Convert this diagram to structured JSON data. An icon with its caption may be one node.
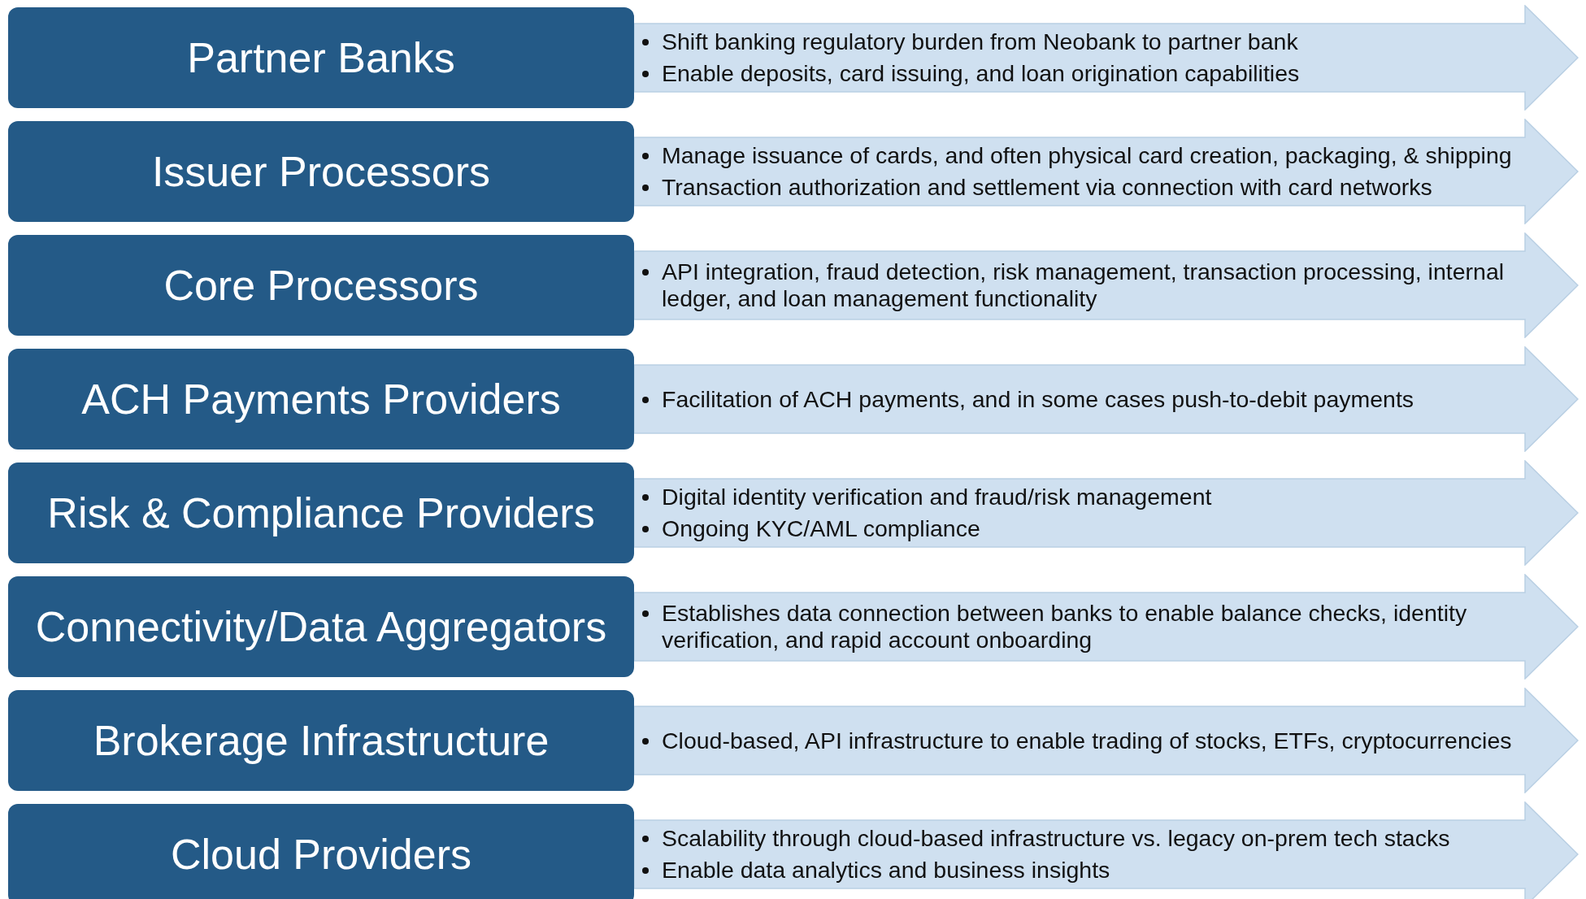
{
  "diagram": {
    "nodes": [
      {
        "text": [
          "Partner Banks"
        ]
      },
      {
        "text": [
          "Shift banking regulatory burden from Neobank to partner bank",
          "Enable deposits, card issuing, and loan origination capabilities"
        ]
      },
      {
        "text": [
          "Issuer Processors"
        ]
      },
      {
        "text": [
          "Manage issuance of cards, and often physical card creation, packaging, & shipping",
          "Transaction authorization and settlement via connection with card networks"
        ]
      },
      {
        "text": [
          "Core Processors"
        ]
      },
      {
        "text": [
          "API integration, fraud detection, risk management, transaction processing, internal ledger, and loan management functionality"
        ]
      },
      {
        "text": [
          "ACH Payments Providers"
        ]
      },
      {
        "text": [
          "Facilitation of ACH payments, and in some cases push-to-debit payments"
        ]
      },
      {
        "text": [
          "Risk & Compliance Providers"
        ]
      },
      {
        "text": [
          "Digital identity verification and fraud/risk management",
          "Ongoing KYC/AML compliance"
        ]
      },
      {
        "text": [
          "Connectivity/Data Aggregators"
        ]
      },
      {
        "text": [
          "Establishes data connection between banks to enable balance checks, identity verification, and rapid account onboarding"
        ]
      },
      {
        "text": [
          "Brokerage Infrastructure"
        ]
      },
      {
        "text": [
          "Cloud-based, API infrastructure to enable trading of stocks, ETFs, cryptocurrencies"
        ]
      },
      {
        "text": [
          "Cloud Providers"
        ]
      },
      {
        "text": [
          "Scalability through cloud-based infrastructure vs. legacy on-prem tech stacks",
          "Enable data analytics and business insights"
        ]
      }
    ]
  }
}
